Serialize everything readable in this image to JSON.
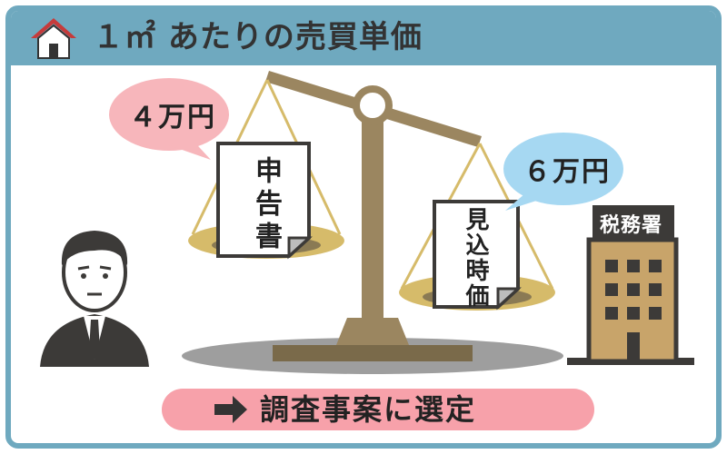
{
  "header": {
    "title": "１㎡ あたりの売買単価",
    "icon": "house-icon"
  },
  "left_bubble": {
    "text": "４万円",
    "color": "#f7b6bb"
  },
  "right_bubble": {
    "text": "６万円",
    "color": "#a6d8f2"
  },
  "left_paper": {
    "text": "申告書"
  },
  "right_paper": {
    "text": "見込時価"
  },
  "office": {
    "label": "税務署"
  },
  "result": {
    "text": "調査事案に選定",
    "color": "#f7a1aa"
  },
  "colors": {
    "frame": "#6fa9bf",
    "scale": "#9b8660",
    "pan": "#d6bb6a",
    "building": "#c8a46a",
    "dark": "#3c3a38"
  }
}
